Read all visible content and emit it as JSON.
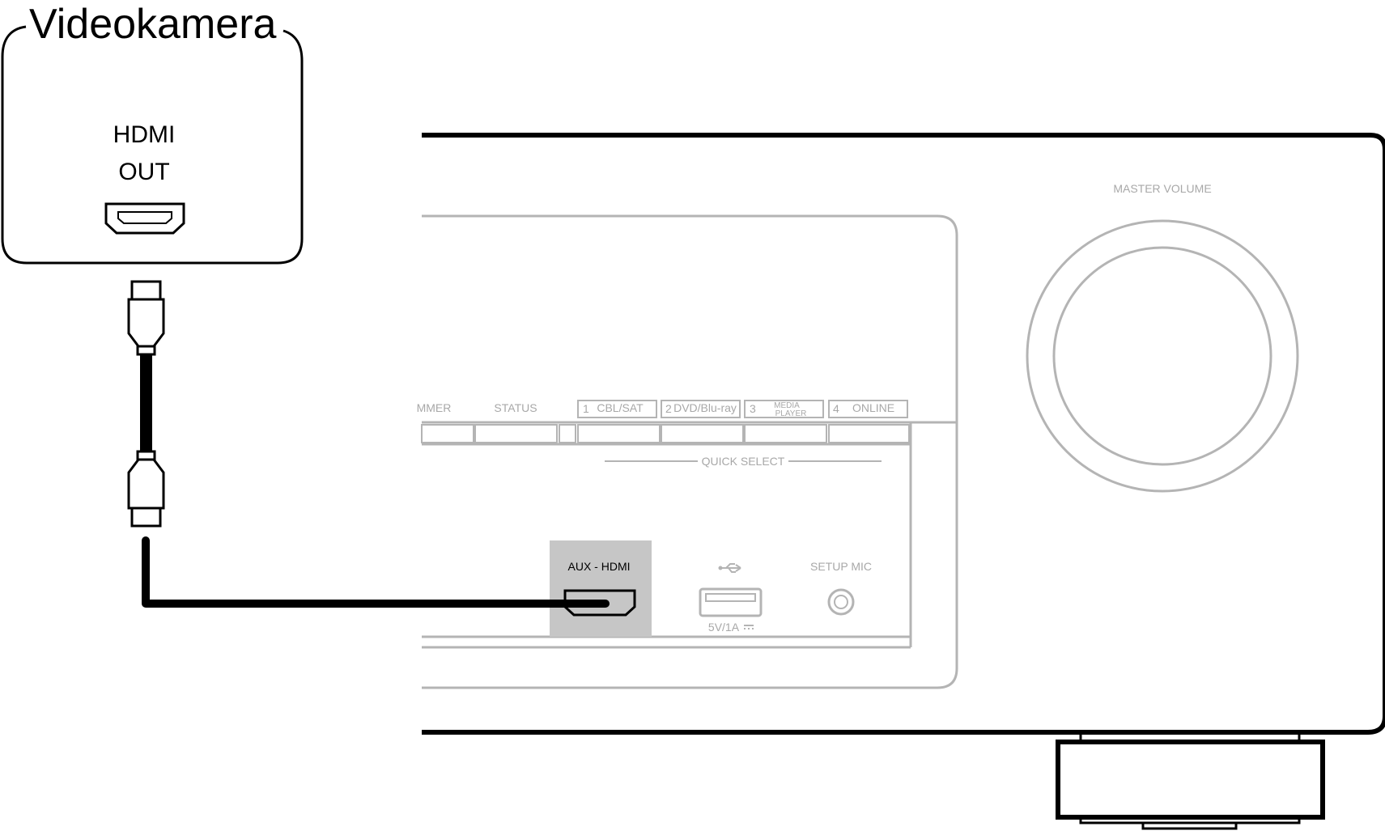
{
  "camera": {
    "title": "Videokamera",
    "port_line1": "HDMI",
    "port_line2": "OUT"
  },
  "receiver": {
    "volume_label": "MASTER VOLUME",
    "buttons": [
      {
        "label": "MMER"
      },
      {
        "label": "STATUS"
      },
      {
        "number": "1",
        "label": "CBL/SAT"
      },
      {
        "number": "2",
        "label": "DVD/Blu-ray"
      },
      {
        "number": "3",
        "label": "MEDIA",
        "label2": "PLAYER"
      },
      {
        "number": "4",
        "label": "ONLINE"
      }
    ],
    "quick_select_label": "QUICK SELECT",
    "aux_hdmi_label": "AUX - HDMI",
    "usb_rating": "5V/1A",
    "setup_mic_label": "SETUP MIC",
    "colors": {
      "highlight": "#c6c6c6",
      "panel_lines": "#b4b4b4"
    }
  }
}
